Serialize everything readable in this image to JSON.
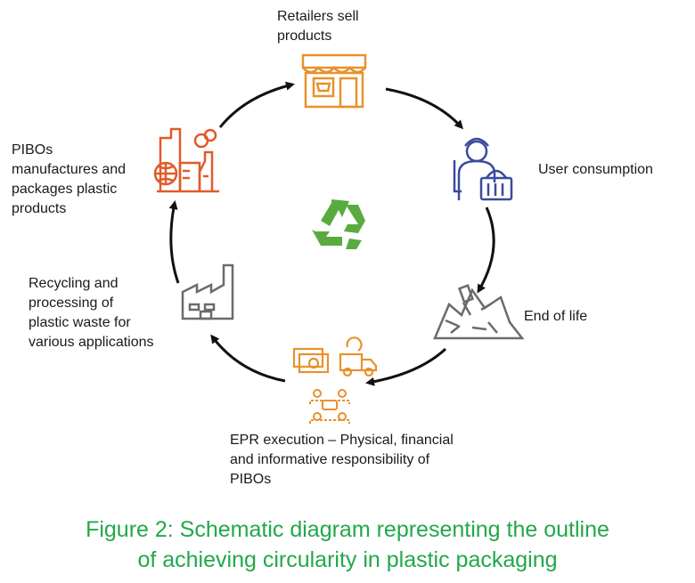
{
  "nodes": {
    "retailers": {
      "label": "Retailers sell\nproducts",
      "icon": "store-icon"
    },
    "user": {
      "label": "User consumption",
      "icon": "shopper-icon"
    },
    "end_of_life": {
      "label": "End of life",
      "icon": "waste-pile-icon"
    },
    "epr": {
      "label": "EPR execution – Physical, financial\nand informative responsibility of\nPIBOs",
      "icons": [
        "money-icon",
        "collection-truck-icon",
        "communication-icon"
      ]
    },
    "recycling": {
      "label": "Recycling and\nprocessing of\nplastic waste for\nvarious applications",
      "icon": "factory-icon"
    },
    "pibos": {
      "label": "PIBOs\nmanufactures and\npackages plastic\nproducts",
      "icon": "manufacturing-plant-icon"
    }
  },
  "center_icon": "recycle-icon",
  "caption": "Figure 2: Schematic diagram representing the outline\nof achieving circularity in plastic packaging",
  "colors": {
    "caption": "#22a84a",
    "orange": "#e8912d",
    "blue": "#3a4b9c",
    "gray": "#6b6b6b",
    "recycle": "#5aab3f",
    "arrow": "#111111"
  }
}
